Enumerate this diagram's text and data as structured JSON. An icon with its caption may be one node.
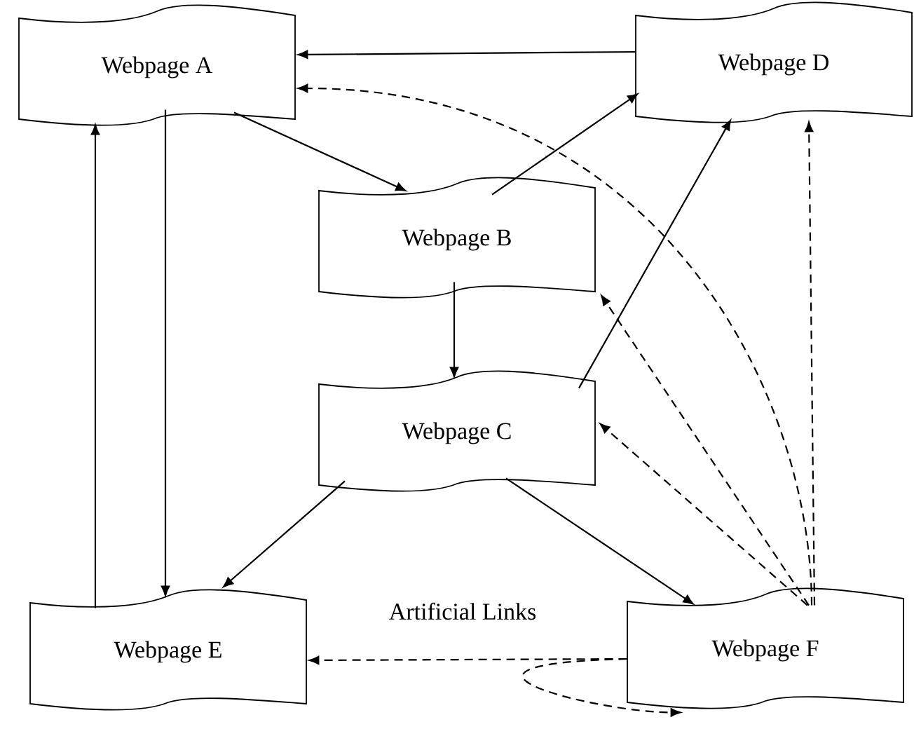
{
  "diagram": {
    "nodes": [
      {
        "text": [
          "Webpage A"
        ]
      },
      {
        "text": [
          "Webpage B"
        ]
      },
      {
        "text": [
          "Webpage C"
        ]
      },
      {
        "text": [
          "Webpage D"
        ]
      },
      {
        "text": [
          "Webpage E"
        ]
      },
      {
        "text": [
          "Webpage F"
        ]
      }
    ],
    "edges": [
      {
        "from": 3,
        "to": 0,
        "arrow": "to"
      },
      {
        "from": 0,
        "to": 1,
        "arrow": "to"
      },
      {
        "from": 1,
        "to": 3,
        "arrow": "to"
      },
      {
        "from": 1,
        "to": 2,
        "arrow": "to"
      },
      {
        "from": 2,
        "to": 3,
        "arrow": "to"
      },
      {
        "from": 4,
        "to": 0,
        "arrow": "to"
      },
      {
        "from": 0,
        "to": 4,
        "arrow": "to"
      },
      {
        "from": 2,
        "to": 4,
        "arrow": "to"
      },
      {
        "from": 2,
        "to": 5,
        "arrow": "to"
      },
      {
        "from": 5,
        "to": 0,
        "arrow": "to",
        "style": "dashed"
      },
      {
        "from": 5,
        "to": 3,
        "arrow": "to",
        "style": "dashed"
      },
      {
        "from": 5,
        "to": 1,
        "arrow": "to",
        "style": "dashed"
      },
      {
        "from": 5,
        "to": 2,
        "arrow": "to",
        "style": "dashed"
      },
      {
        "from": 5,
        "to": 4,
        "arrow": "to",
        "style": "dashed"
      },
      {
        "from": 5,
        "to": 5,
        "arrow": "to",
        "style": "dashed"
      }
    ],
    "labels": [
      "Artificial Links"
    ]
  }
}
